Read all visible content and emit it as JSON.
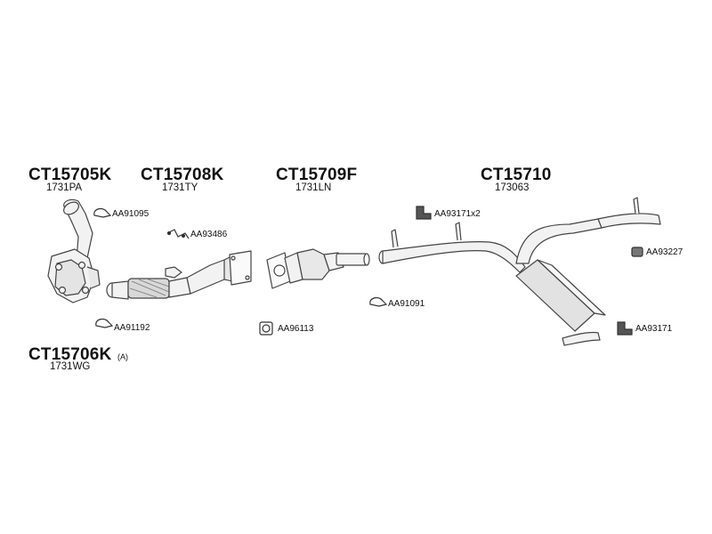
{
  "groups": [
    {
      "code": "CT15705K",
      "ref": "1731PA"
    },
    {
      "code": "CT15708K",
      "ref": "1731TY"
    },
    {
      "code": "CT15709F",
      "ref": "1731LN"
    },
    {
      "code": "CT15710",
      "ref": "173063"
    },
    {
      "code": "CT15706K",
      "suffix": "(A)",
      "ref": "1731WG"
    }
  ],
  "accessories": [
    {
      "label": "AA91095",
      "icon": "clamp-icon"
    },
    {
      "label": "AA93486",
      "icon": "bolt-kit-icon"
    },
    {
      "label": "AA93171x2",
      "icon": "rubber-hanger-icon"
    },
    {
      "label": "AA93227",
      "icon": "mounting-block-icon"
    },
    {
      "label": "AA91091",
      "icon": "clamp-icon"
    },
    {
      "label": "AA91192",
      "icon": "clamp-icon"
    },
    {
      "label": "AA96113",
      "icon": "gasket-icon"
    },
    {
      "label": "AA93171",
      "icon": "rubber-hanger-icon"
    }
  ],
  "colors": {
    "line": "#444444",
    "fill": "#f2f2f2",
    "shade": "#cfcfcf"
  }
}
